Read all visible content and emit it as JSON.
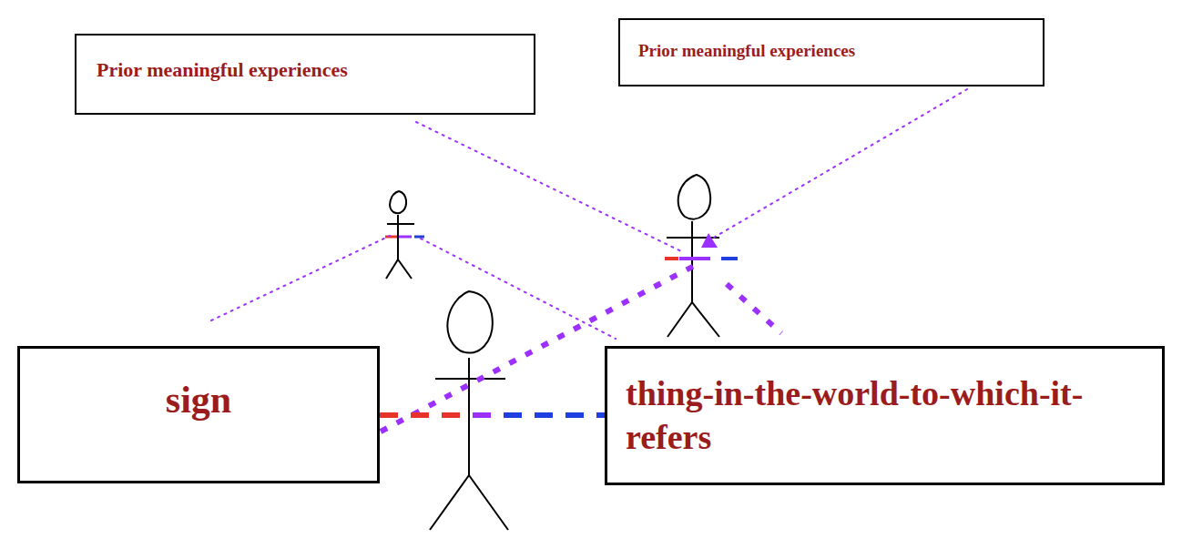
{
  "diagram": {
    "nodes": [
      {
        "text": [
          "Prior meaningful experiences"
        ]
      },
      {
        "text": [
          "Prior meaningful experiences"
        ]
      },
      {
        "text": [
          "sign"
        ]
      },
      {
        "text": [
          "thing-in-the-world-to-which-it-refers"
        ]
      }
    ],
    "edges": [
      {
        "from": 2,
        "to": 3,
        "arrow": "none"
      }
    ]
  }
}
